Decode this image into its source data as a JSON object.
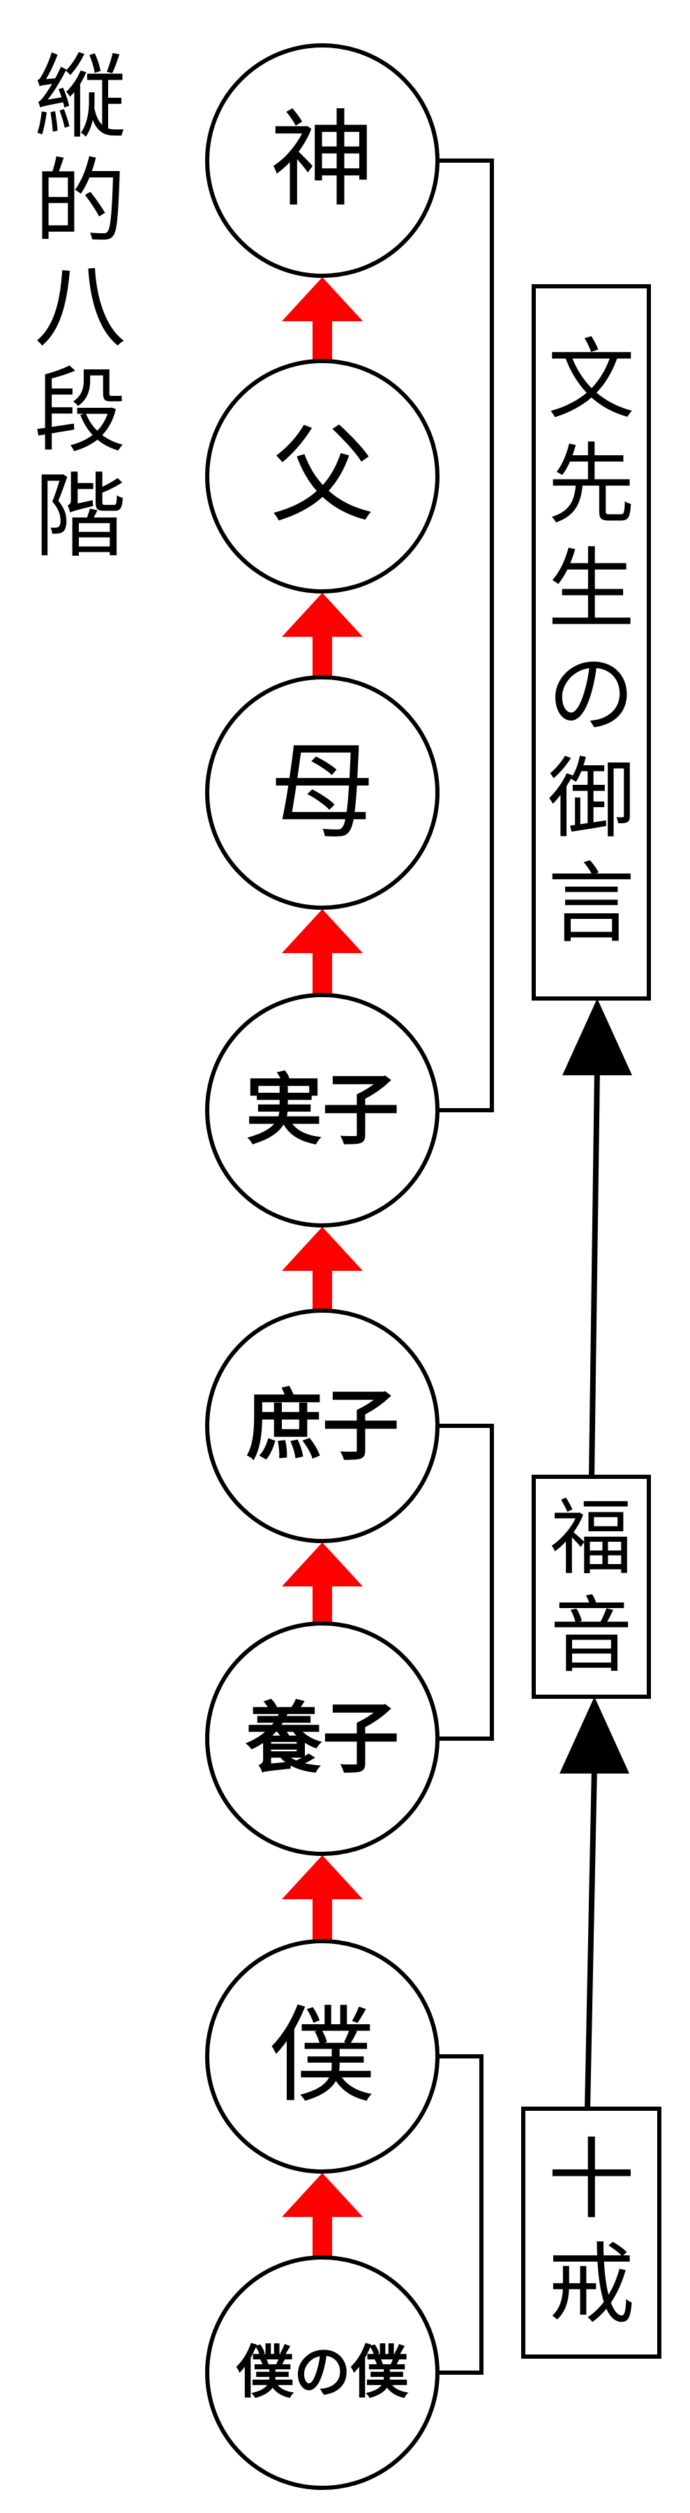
{
  "title": "縦的八段階",
  "stages": [
    "神",
    "父",
    "母",
    "実子",
    "庶子",
    "養子",
    "僕",
    "僕の僕"
  ],
  "boxes": {
    "top": "文先生の御言",
    "middle": "福音",
    "bottom": "十戒"
  },
  "colors": {
    "stage_arrow": "#ff0000",
    "stroke": "#000000",
    "background": "#ffffff"
  }
}
